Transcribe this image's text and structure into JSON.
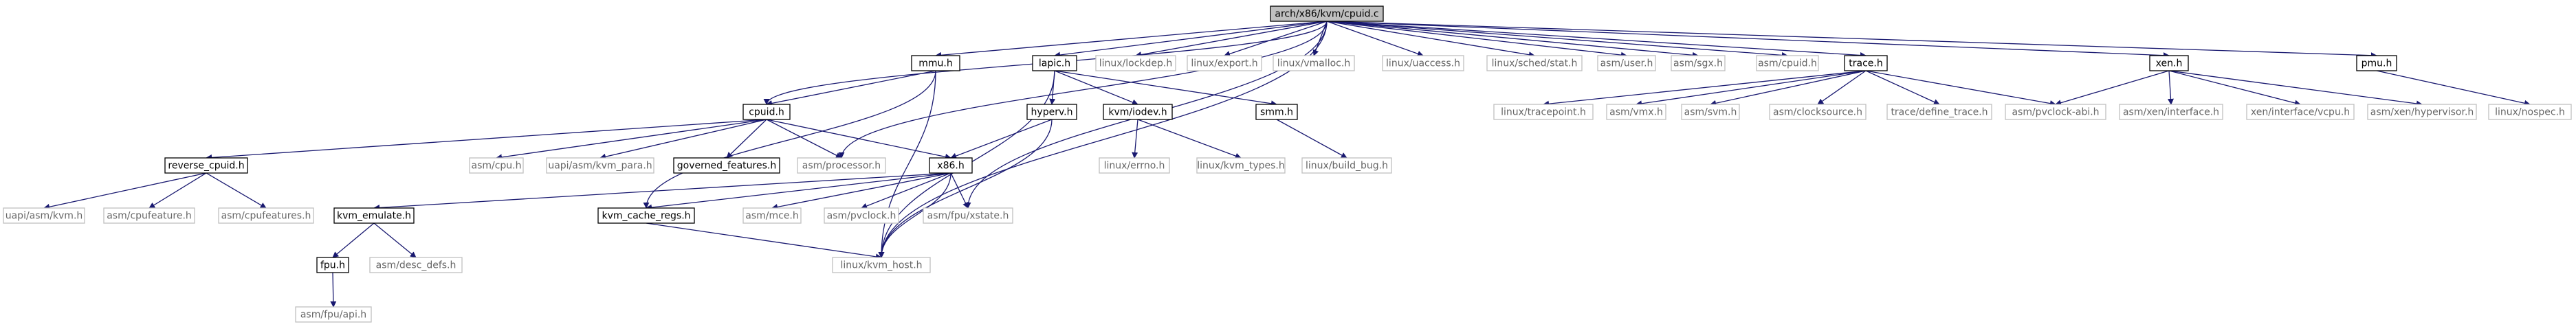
{
  "diagram": {
    "type": "include-dependency-graph",
    "colors": {
      "edge": "#191970",
      "root_fill": "#bfbfbf",
      "root_stroke": "#000000",
      "documented_fill": "#ffffff",
      "documented_stroke": "#000000",
      "undocumented_fill": "#ffffff",
      "undocumented_stroke": "#bfbfbf",
      "documented_text": "#000000",
      "undocumented_text": "#666666"
    },
    "nodes": [
      {
        "id": "root",
        "label": "arch/x86/kvm/cpuid.c",
        "kind": "root"
      },
      {
        "id": "mmu",
        "label": "mmu.h",
        "kind": "documented"
      },
      {
        "id": "lapic",
        "label": "lapic.h",
        "kind": "documented"
      },
      {
        "id": "lockdep",
        "label": "linux/lockdep.h",
        "kind": "external"
      },
      {
        "id": "export",
        "label": "linux/export.h",
        "kind": "external"
      },
      {
        "id": "vmalloc",
        "label": "linux/vmalloc.h",
        "kind": "external"
      },
      {
        "id": "uaccess",
        "label": "linux/uaccess.h",
        "kind": "external"
      },
      {
        "id": "schedstat",
        "label": "linux/sched/stat.h",
        "kind": "external"
      },
      {
        "id": "asmuser",
        "label": "asm/user.h",
        "kind": "external"
      },
      {
        "id": "asmsgx",
        "label": "asm/sgx.h",
        "kind": "external"
      },
      {
        "id": "asmcpuid",
        "label": "asm/cpuid.h",
        "kind": "external"
      },
      {
        "id": "trace",
        "label": "trace.h",
        "kind": "documented"
      },
      {
        "id": "xen",
        "label": "xen.h",
        "kind": "documented"
      },
      {
        "id": "pmu",
        "label": "pmu.h",
        "kind": "documented"
      },
      {
        "id": "cpuid",
        "label": "cpuid.h",
        "kind": "documented"
      },
      {
        "id": "hyperv",
        "label": "hyperv.h",
        "kind": "documented"
      },
      {
        "id": "kvmiodev",
        "label": "kvm/iodev.h",
        "kind": "documented"
      },
      {
        "id": "smm",
        "label": "smm.h",
        "kind": "documented"
      },
      {
        "id": "tracepoint",
        "label": "linux/tracepoint.h",
        "kind": "external"
      },
      {
        "id": "asmvmx",
        "label": "asm/vmx.h",
        "kind": "external"
      },
      {
        "id": "asmsvm",
        "label": "asm/svm.h",
        "kind": "external"
      },
      {
        "id": "clocksource",
        "label": "asm/clocksource.h",
        "kind": "external"
      },
      {
        "id": "definetrace",
        "label": "trace/define_trace.h",
        "kind": "external"
      },
      {
        "id": "pvclockabi",
        "label": "asm/pvclock-abi.h",
        "kind": "external"
      },
      {
        "id": "xeninterface",
        "label": "asm/xen/interface.h",
        "kind": "external"
      },
      {
        "id": "xenvcpu",
        "label": "xen/interface/vcpu.h",
        "kind": "external"
      },
      {
        "id": "xenhyper",
        "label": "asm/xen/hypervisor.h",
        "kind": "external"
      },
      {
        "id": "nospec",
        "label": "linux/nospec.h",
        "kind": "external"
      },
      {
        "id": "reversecpuid",
        "label": "reverse_cpuid.h",
        "kind": "documented"
      },
      {
        "id": "asmcpu",
        "label": "asm/cpu.h",
        "kind": "external"
      },
      {
        "id": "kvmpara",
        "label": "uapi/asm/kvm_para.h",
        "kind": "external"
      },
      {
        "id": "governed",
        "label": "governed_features.h",
        "kind": "documented"
      },
      {
        "id": "processor",
        "label": "asm/processor.h",
        "kind": "external"
      },
      {
        "id": "x86",
        "label": "x86.h",
        "kind": "documented"
      },
      {
        "id": "errno",
        "label": "linux/errno.h",
        "kind": "external"
      },
      {
        "id": "kvmtypes",
        "label": "linux/kvm_types.h",
        "kind": "external"
      },
      {
        "id": "buildbug",
        "label": "linux/build_bug.h",
        "kind": "external"
      },
      {
        "id": "uapikvm",
        "label": "uapi/asm/kvm.h",
        "kind": "external"
      },
      {
        "id": "cpufeature",
        "label": "asm/cpufeature.h",
        "kind": "external"
      },
      {
        "id": "cpufeatures",
        "label": "asm/cpufeatures.h",
        "kind": "external"
      },
      {
        "id": "kvmemulate",
        "label": "kvm_emulate.h",
        "kind": "documented"
      },
      {
        "id": "kvmcacheregs",
        "label": "kvm_cache_regs.h",
        "kind": "documented"
      },
      {
        "id": "asmmce",
        "label": "asm/mce.h",
        "kind": "external"
      },
      {
        "id": "asmpvclock",
        "label": "asm/pvclock.h",
        "kind": "external"
      },
      {
        "id": "fpuxstate",
        "label": "asm/fpu/xstate.h",
        "kind": "external"
      },
      {
        "id": "fpu",
        "label": "fpu.h",
        "kind": "documented"
      },
      {
        "id": "descdefs",
        "label": "asm/desc_defs.h",
        "kind": "external"
      },
      {
        "id": "kvmhost",
        "label": "linux/kvm_host.h",
        "kind": "external"
      },
      {
        "id": "fpuapi",
        "label": "asm/fpu/api.h",
        "kind": "external"
      }
    ],
    "edges": [
      [
        "root",
        "mmu"
      ],
      [
        "root",
        "lapic"
      ],
      [
        "root",
        "lockdep"
      ],
      [
        "root",
        "export"
      ],
      [
        "root",
        "vmalloc"
      ],
      [
        "root",
        "uaccess"
      ],
      [
        "root",
        "schedstat"
      ],
      [
        "root",
        "asmuser"
      ],
      [
        "root",
        "asmsgx"
      ],
      [
        "root",
        "asmcpuid"
      ],
      [
        "root",
        "trace"
      ],
      [
        "root",
        "xen"
      ],
      [
        "root",
        "pmu"
      ],
      [
        "root",
        "cpuid"
      ],
      [
        "root",
        "processor"
      ],
      [
        "root",
        "fpuxstate"
      ],
      [
        "root",
        "kvmhost"
      ],
      [
        "mmu",
        "cpuid"
      ],
      [
        "mmu",
        "kvmhost"
      ],
      [
        "mmu",
        "kvmcacheregs"
      ],
      [
        "lapic",
        "hyperv"
      ],
      [
        "lapic",
        "kvmiodev"
      ],
      [
        "lapic",
        "smm"
      ],
      [
        "lapic",
        "kvmhost"
      ],
      [
        "trace",
        "tracepoint"
      ],
      [
        "trace",
        "asmvmx"
      ],
      [
        "trace",
        "asmsvm"
      ],
      [
        "trace",
        "clocksource"
      ],
      [
        "trace",
        "definetrace"
      ],
      [
        "trace",
        "pvclockabi"
      ],
      [
        "xen",
        "pvclockabi"
      ],
      [
        "xen",
        "xeninterface"
      ],
      [
        "xen",
        "xenvcpu"
      ],
      [
        "xen",
        "xenhyper"
      ],
      [
        "pmu",
        "nospec"
      ],
      [
        "cpuid",
        "reversecpuid"
      ],
      [
        "cpuid",
        "asmcpu"
      ],
      [
        "cpuid",
        "kvmpara"
      ],
      [
        "cpuid",
        "governed"
      ],
      [
        "cpuid",
        "processor"
      ],
      [
        "cpuid",
        "x86"
      ],
      [
        "hyperv",
        "x86"
      ],
      [
        "hyperv",
        "kvmhost"
      ],
      [
        "kvmiodev",
        "errno"
      ],
      [
        "kvmiodev",
        "kvmtypes"
      ],
      [
        "smm",
        "buildbug"
      ],
      [
        "reversecpuid",
        "uapikvm"
      ],
      [
        "reversecpuid",
        "cpufeature"
      ],
      [
        "reversecpuid",
        "cpufeatures"
      ],
      [
        "x86",
        "kvmemulate"
      ],
      [
        "x86",
        "kvmcacheregs"
      ],
      [
        "x86",
        "asmmce"
      ],
      [
        "x86",
        "asmpvclock"
      ],
      [
        "x86",
        "fpuxstate"
      ],
      [
        "x86",
        "kvmhost"
      ],
      [
        "kvmemulate",
        "fpu"
      ],
      [
        "kvmemulate",
        "descdefs"
      ],
      [
        "fpu",
        "fpuapi"
      ],
      [
        "kvmcacheregs",
        "kvmhost"
      ]
    ]
  }
}
